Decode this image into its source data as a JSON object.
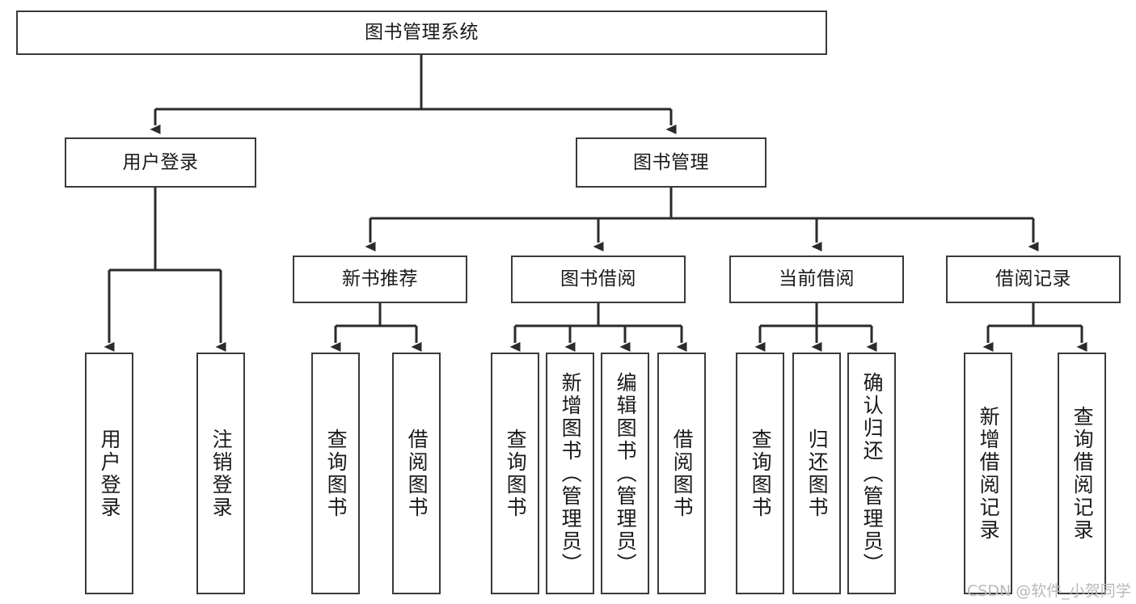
{
  "diagram": {
    "type": "tree-hierarchy",
    "title": "图书管理系统",
    "orientation": "top-down",
    "colors": {
      "node_border": "#3a3a3a",
      "node_fill": "#ffffff",
      "edge": "#2b2b2b",
      "text": "#1a1a1a",
      "watermark": "#b9b9b9"
    }
  },
  "nodes": {
    "root": {
      "label": "图书管理系统",
      "level": 1
    },
    "level2": [
      {
        "id": "user-login",
        "label": "用户登录"
      },
      {
        "id": "book-manage",
        "label": "图书管理"
      }
    ],
    "level3": [
      {
        "id": "new-book-recommend",
        "label": "新书推荐",
        "parent": "book-manage"
      },
      {
        "id": "book-borrow",
        "label": "图书借阅",
        "parent": "book-manage"
      },
      {
        "id": "current-borrow",
        "label": "当前借阅",
        "parent": "book-manage"
      },
      {
        "id": "borrow-record",
        "label": "借阅记录",
        "parent": "book-manage"
      }
    ],
    "leaves": {
      "user-login": [
        {
          "id": "leaf-user-login",
          "label": "用户登录"
        },
        {
          "id": "leaf-logout",
          "label": "注销登录"
        }
      ],
      "new-book-recommend": [
        {
          "id": "leaf-query-book-1",
          "label": "查询图书"
        },
        {
          "id": "leaf-borrow-book-1",
          "label": "借阅图书"
        }
      ],
      "book-borrow": [
        {
          "id": "leaf-query-book-2",
          "label": "查询图书"
        },
        {
          "id": "leaf-add-book",
          "label": "新增图书（管理员）"
        },
        {
          "id": "leaf-edit-book",
          "label": "编辑图书（管理员）"
        },
        {
          "id": "leaf-borrow-book-2",
          "label": "借阅图书"
        }
      ],
      "current-borrow": [
        {
          "id": "leaf-query-book-3",
          "label": "查询图书"
        },
        {
          "id": "leaf-return-book",
          "label": "归还图书"
        },
        {
          "id": "leaf-confirm-return",
          "label": "确认归还（管理员）"
        }
      ],
      "borrow-record": [
        {
          "id": "leaf-add-record",
          "label": "新增借阅记录"
        },
        {
          "id": "leaf-query-record",
          "label": "查询借阅记录"
        }
      ]
    }
  },
  "watermark": {
    "text": "CSDN @软件_小贺同学"
  }
}
